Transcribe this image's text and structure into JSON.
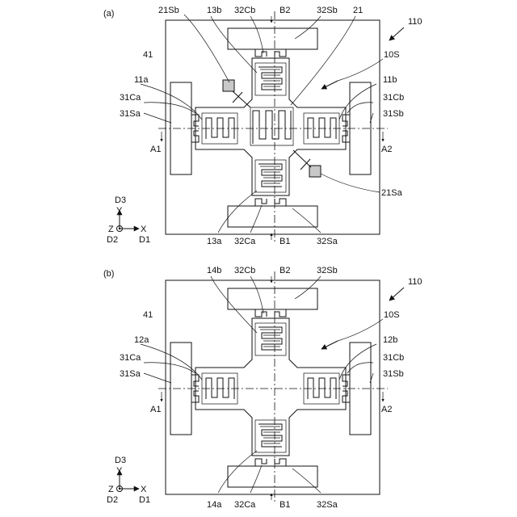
{
  "panels": [
    {
      "panel_label": "(a)",
      "ref": "110",
      "labels": {
        "sb21": "21Sb",
        "b13": "13b",
        "cb32": "32Cb",
        "b2": "B2",
        "sb32": "32Sb",
        "n21": "21",
        "n41": "41",
        "s10": "10S",
        "a11": "11a",
        "b11": "11b",
        "ca31": "31Ca",
        "sa31": "31Sa",
        "cb31": "31Cb",
        "sb31": "31Sb",
        "a1": "A1",
        "a2": "A2",
        "sa21": "21Sa",
        "a13": "13a",
        "ca32": "32Ca",
        "b1": "B1",
        "sa32": "32Sa"
      },
      "axes": {
        "d3": "D3",
        "y": "Y",
        "z": "Z",
        "x": "X",
        "d2": "D2",
        "d1": "D1"
      }
    },
    {
      "panel_label": "(b)",
      "ref": "110",
      "labels": {
        "b14": "14b",
        "cb32": "32Cb",
        "b2": "B2",
        "sb32": "32Sb",
        "n41": "41",
        "s10": "10S",
        "a12": "12a",
        "b12": "12b",
        "ca31": "31Ca",
        "sa31": "31Sa",
        "cb31": "31Cb",
        "sb31": "31Sb",
        "a1": "A1",
        "a2": "A2",
        "a14": "14a",
        "ca32": "32Ca",
        "b1": "B1",
        "sa32": "32Sa"
      },
      "axes": {
        "d3": "D3",
        "y": "Y",
        "z": "Z",
        "x": "X",
        "d2": "D2",
        "d1": "D1"
      }
    }
  ]
}
